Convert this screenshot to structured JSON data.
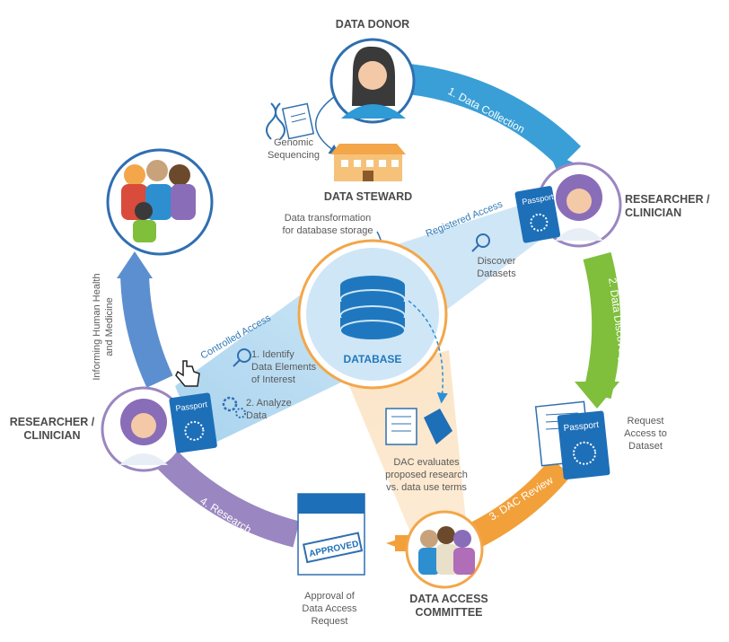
{
  "actors": {
    "data_donor": "DATA DONOR",
    "data_steward": "DATA STEWARD",
    "researcher_right": "RESEARCHER /\nCLINICIAN",
    "researcher_left": "RESEARCHER /\nCLINICIAN",
    "dac": "DATA ACCESS\nCOMMITTEE",
    "database": "DATABASE"
  },
  "cycle": {
    "step1": "1. Data Collection",
    "step2": "2. Data Discovery",
    "step3": "3. DAC Review",
    "step4": "4. Research",
    "informing": "Informing Human Health\nand Medicine"
  },
  "labels": {
    "genomic": "Genomic\nSequencing",
    "transform": "Data transformation\nfor database storage",
    "registered": "Registered Access",
    "controlled": "Controlled Access",
    "discover": "Discover\nDatasets",
    "identify": "1. Identify\nData Elements\nof Interest",
    "analyze": "2. Analyze\nData",
    "request": "Request\nAccess to\nDataset",
    "dac_eval": "DAC evaluates\nproposed research\nvs. data use terms",
    "approval": "Approval of\nData Access\nRequest",
    "passport": "Passport",
    "approved": "APPROVED"
  },
  "colors": {
    "step1": "#3a9fd6",
    "step2": "#7fbf3c",
    "step3": "#f2a03a",
    "step4": "#9a86c0",
    "left_arc": "#5c8fd0",
    "database": "#1f78bf",
    "database_ring": "#f3a64a",
    "passport": "#1d6fb8"
  }
}
